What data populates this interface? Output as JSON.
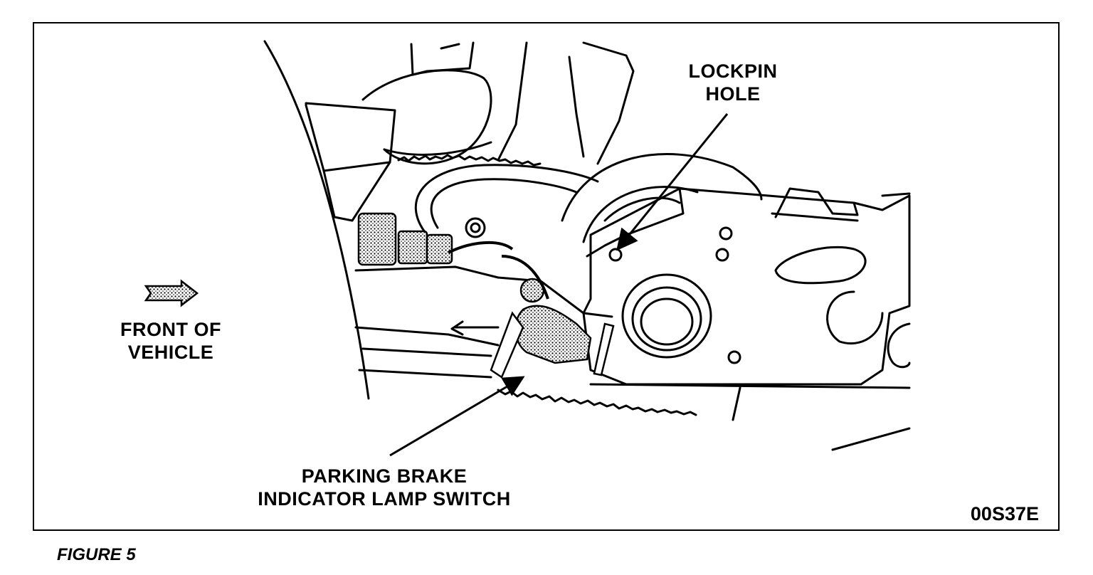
{
  "figure": {
    "caption": "FIGURE 5",
    "code": "00S37E"
  },
  "callouts": {
    "lockpin_hole": [
      "LOCKPIN",
      "HOLE"
    ],
    "front_of_vehicle": [
      "FRONT OF",
      "VEHICLE"
    ],
    "parking_brake_switch": [
      "PARKING BRAKE",
      "INDICATOR LAMP SWITCH"
    ]
  },
  "icons": {
    "front_arrow": "arrow-right-icon"
  },
  "colors": {
    "ink": "#000000",
    "paper": "#ffffff",
    "shade": "#9a9a9a"
  }
}
